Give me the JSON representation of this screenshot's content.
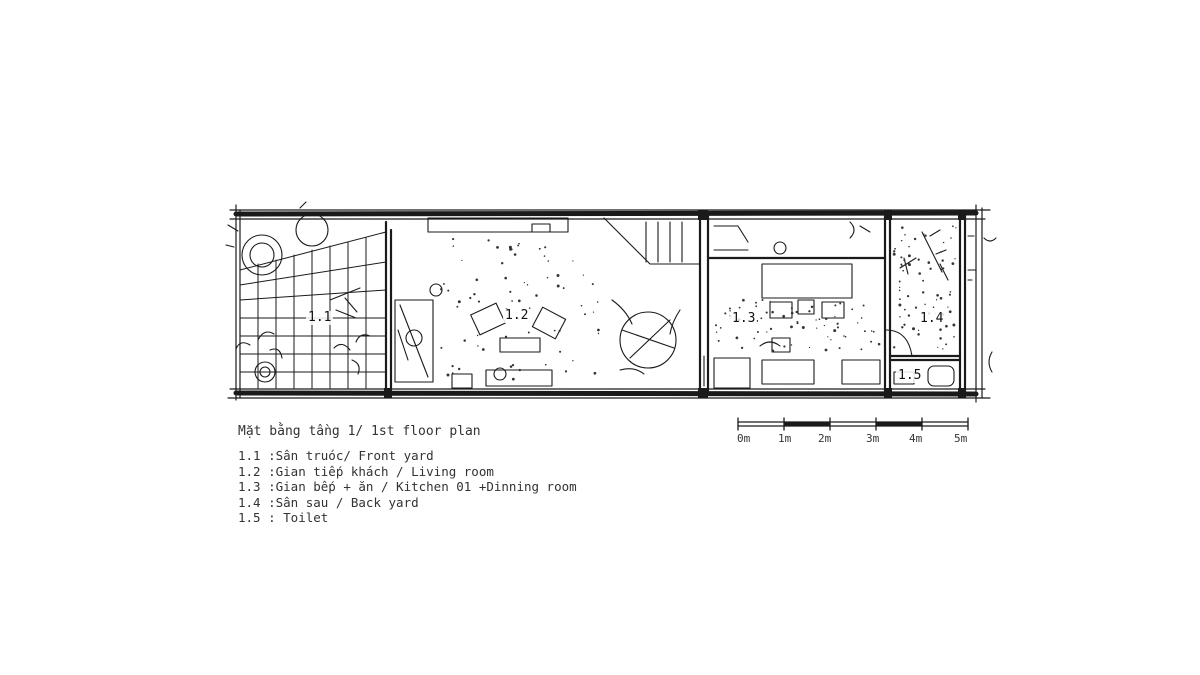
{
  "plan": {
    "rooms": [
      {
        "id": "1.1",
        "label": "1.1"
      },
      {
        "id": "1.2",
        "label": "1.2"
      },
      {
        "id": "1.3",
        "label": "1.3"
      },
      {
        "id": "1.4",
        "label": "1.4"
      },
      {
        "id": "1.5",
        "label": "1.5"
      }
    ]
  },
  "caption": "Mặt bằng tầng 1/ 1st floor plan",
  "legend": [
    "1.1 :Sân truóc/ Front yard",
    "1.2 :Gian tiếp khách / Living room",
    "1.3 :Gian bếp + ăn / Kitchen 01 +Dinning room",
    "1.4 :Sân sau / Back yard",
    "1.5 : Toilet"
  ],
  "scale_bar": {
    "ticks": [
      "0m",
      "1m",
      "2m",
      "3m",
      "4m",
      "5m"
    ]
  }
}
